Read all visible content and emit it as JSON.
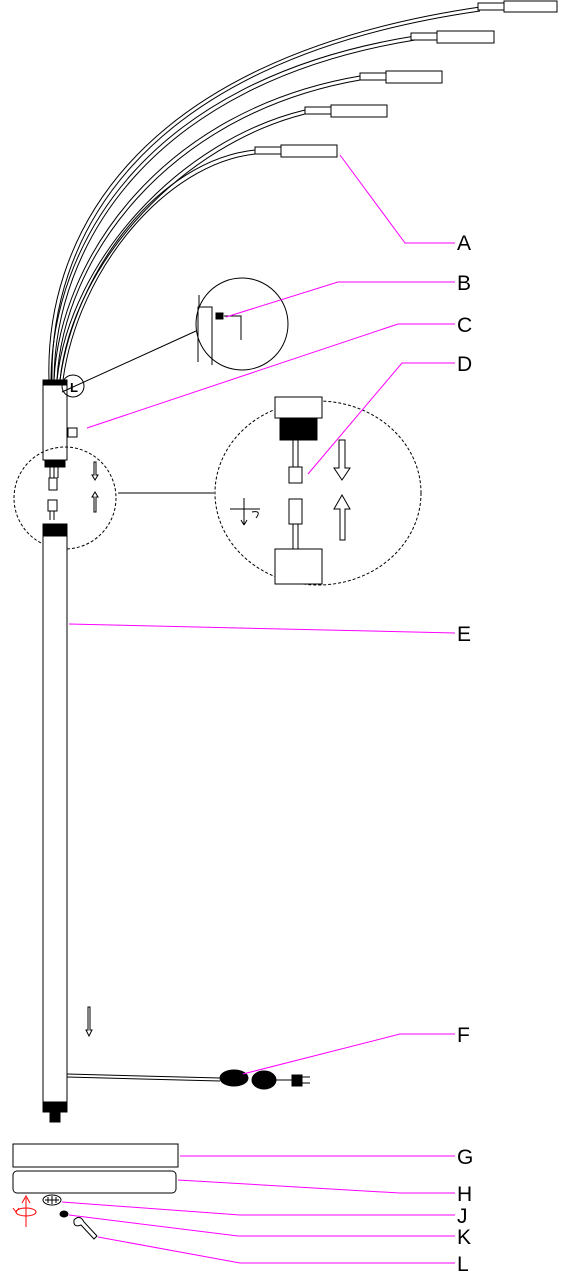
{
  "diagram": {
    "callouts": [
      {
        "id": "A",
        "label": "A"
      },
      {
        "id": "B",
        "label": "B"
      },
      {
        "id": "C",
        "label": "C"
      },
      {
        "id": "D",
        "label": "D"
      },
      {
        "id": "E",
        "label": "E"
      },
      {
        "id": "F",
        "label": "F"
      },
      {
        "id": "G",
        "label": "G"
      },
      {
        "id": "H",
        "label": "H"
      },
      {
        "id": "J",
        "label": "J"
      },
      {
        "id": "K",
        "label": "K"
      },
      {
        "id": "L",
        "label": "L"
      }
    ],
    "detail_marker": "L",
    "colors": {
      "leader": "#ff00ff",
      "line": "#000000",
      "rotation_symbol": "#ff0000"
    }
  }
}
